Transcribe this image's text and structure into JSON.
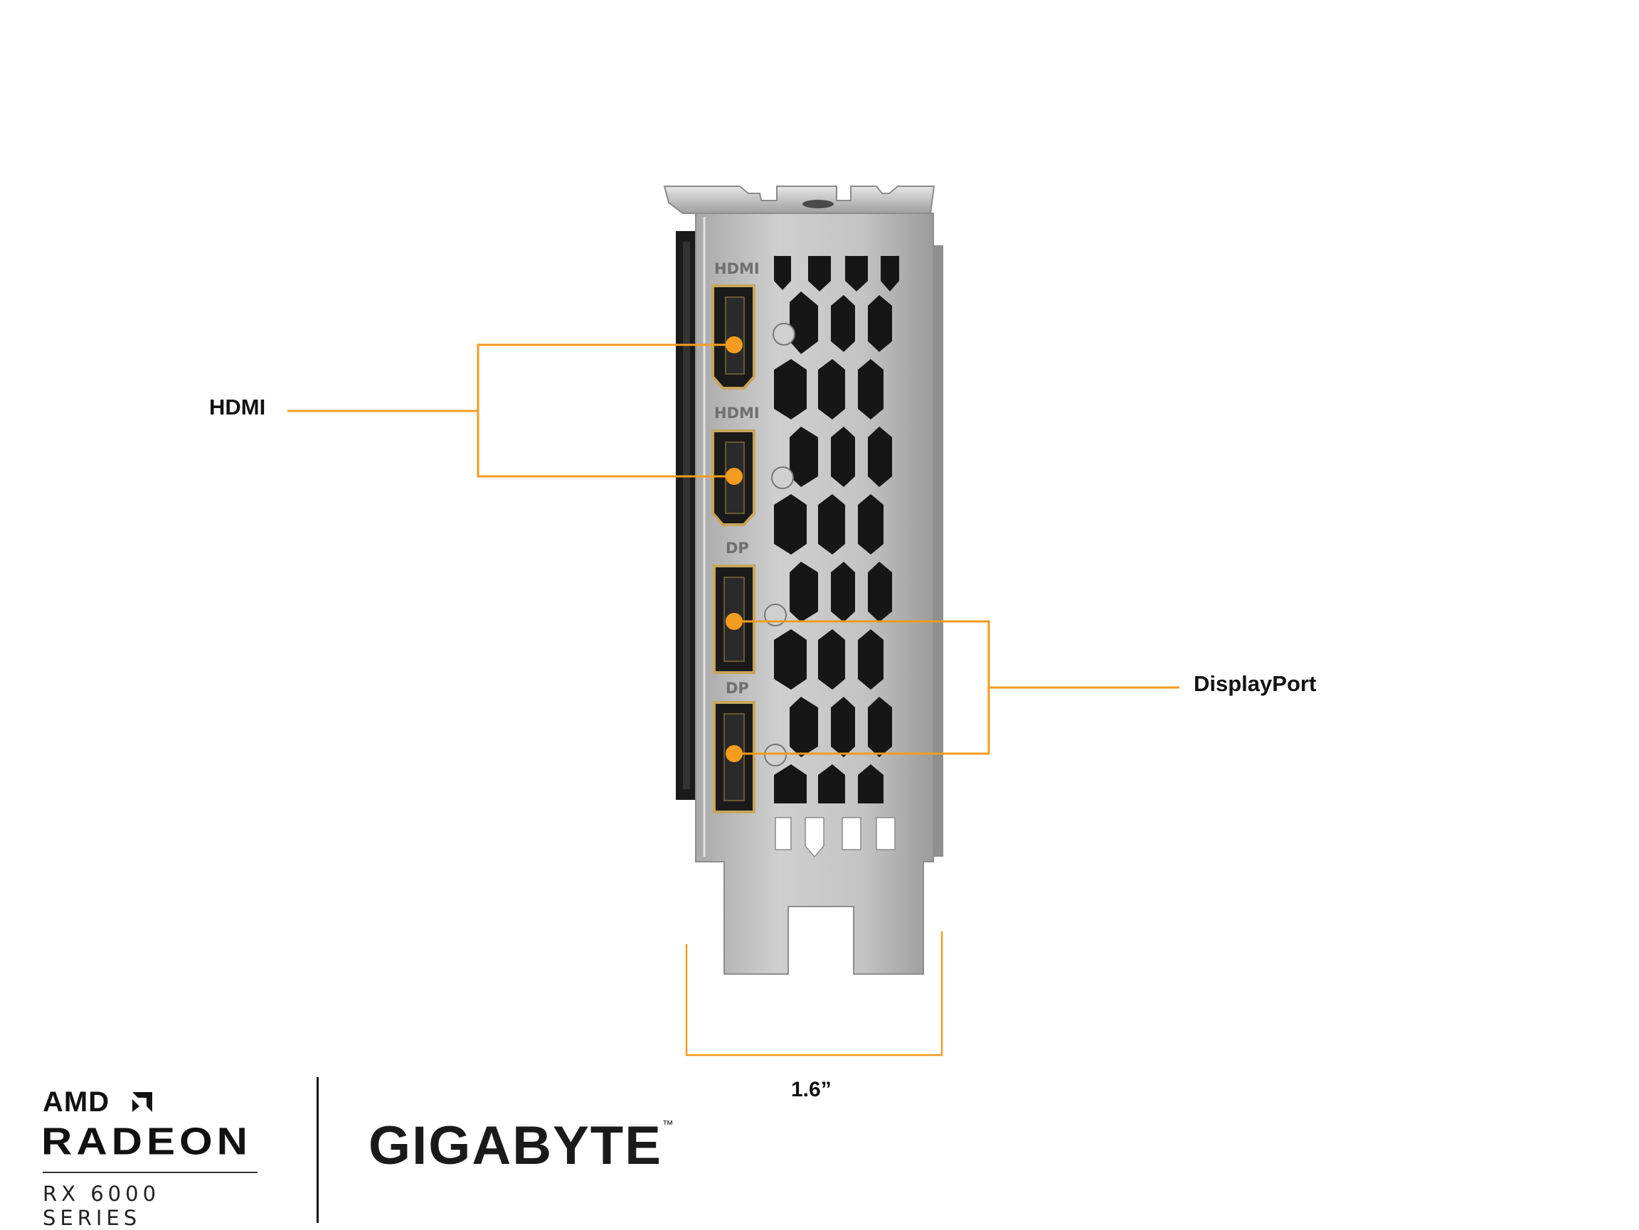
{
  "callouts": {
    "hdmi": "HDMI",
    "displayport": "DisplayPort",
    "bracket_width": "1.6”"
  },
  "bracket_markings": {
    "port_1": "HDMI",
    "port_2": "HDMI",
    "port_3": "DP",
    "port_4": "DP"
  },
  "branding": {
    "amd": "AMD",
    "radeon": "RADEON",
    "series": "RX 6000 SERIES",
    "gigabyte": "GIGABYTE",
    "trademark": "™"
  },
  "colors": {
    "accent": "#F39C1F",
    "bracket": "#bdbdbd",
    "port_gold": "#c8a55a"
  }
}
